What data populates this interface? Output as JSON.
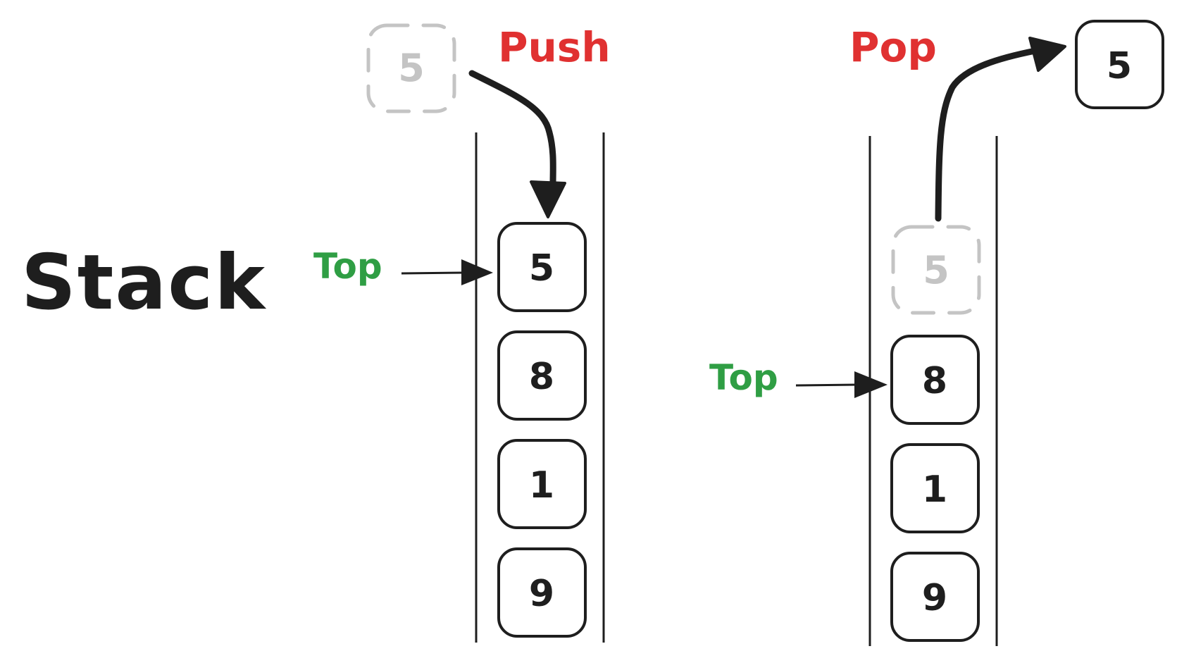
{
  "title": "Stack",
  "push": {
    "label": "Push",
    "incoming_value": "5",
    "top_label": "Top",
    "items": [
      "5",
      "8",
      "1",
      "9"
    ]
  },
  "pop": {
    "label": "Pop",
    "removed_value": "5",
    "popped_value": "5",
    "top_label": "Top",
    "items": [
      "8",
      "1",
      "9"
    ]
  },
  "colors": {
    "operation_label": "#e03131",
    "top_label": "#2f9e44",
    "stroke": "#1e1e1e",
    "ghost": "#c4c4c4"
  }
}
